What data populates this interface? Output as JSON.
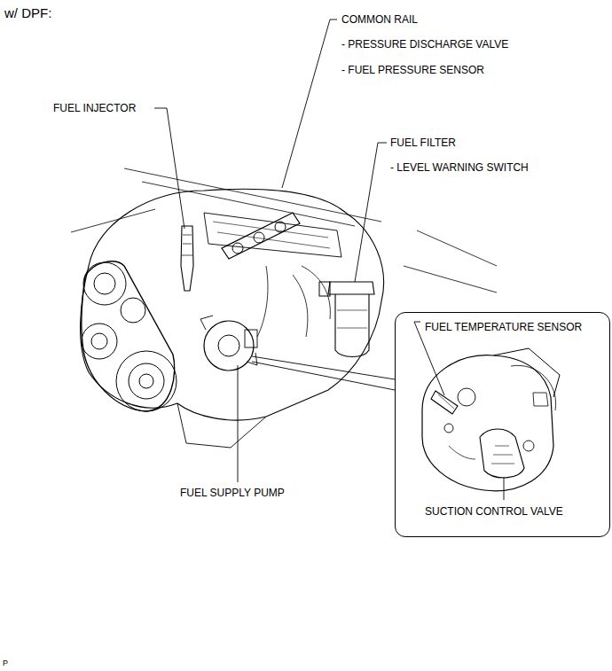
{
  "diagram": {
    "title": "w/ DPF:",
    "nodes": [
      {
        "text": [
          "FUEL TEMPERATURE SENSOR",
          "SUCTION CONTROL VALVE"
        ]
      }
    ],
    "labels": [
      "COMMON RAIL",
      "- PRESSURE DISCHARGE VALVE",
      "- FUEL PRESSURE SENSOR",
      "FUEL INJECTOR",
      "FUEL FILTER",
      "- LEVEL WARNING SWITCH",
      "FUEL SUPPLY PUMP",
      "P"
    ]
  }
}
